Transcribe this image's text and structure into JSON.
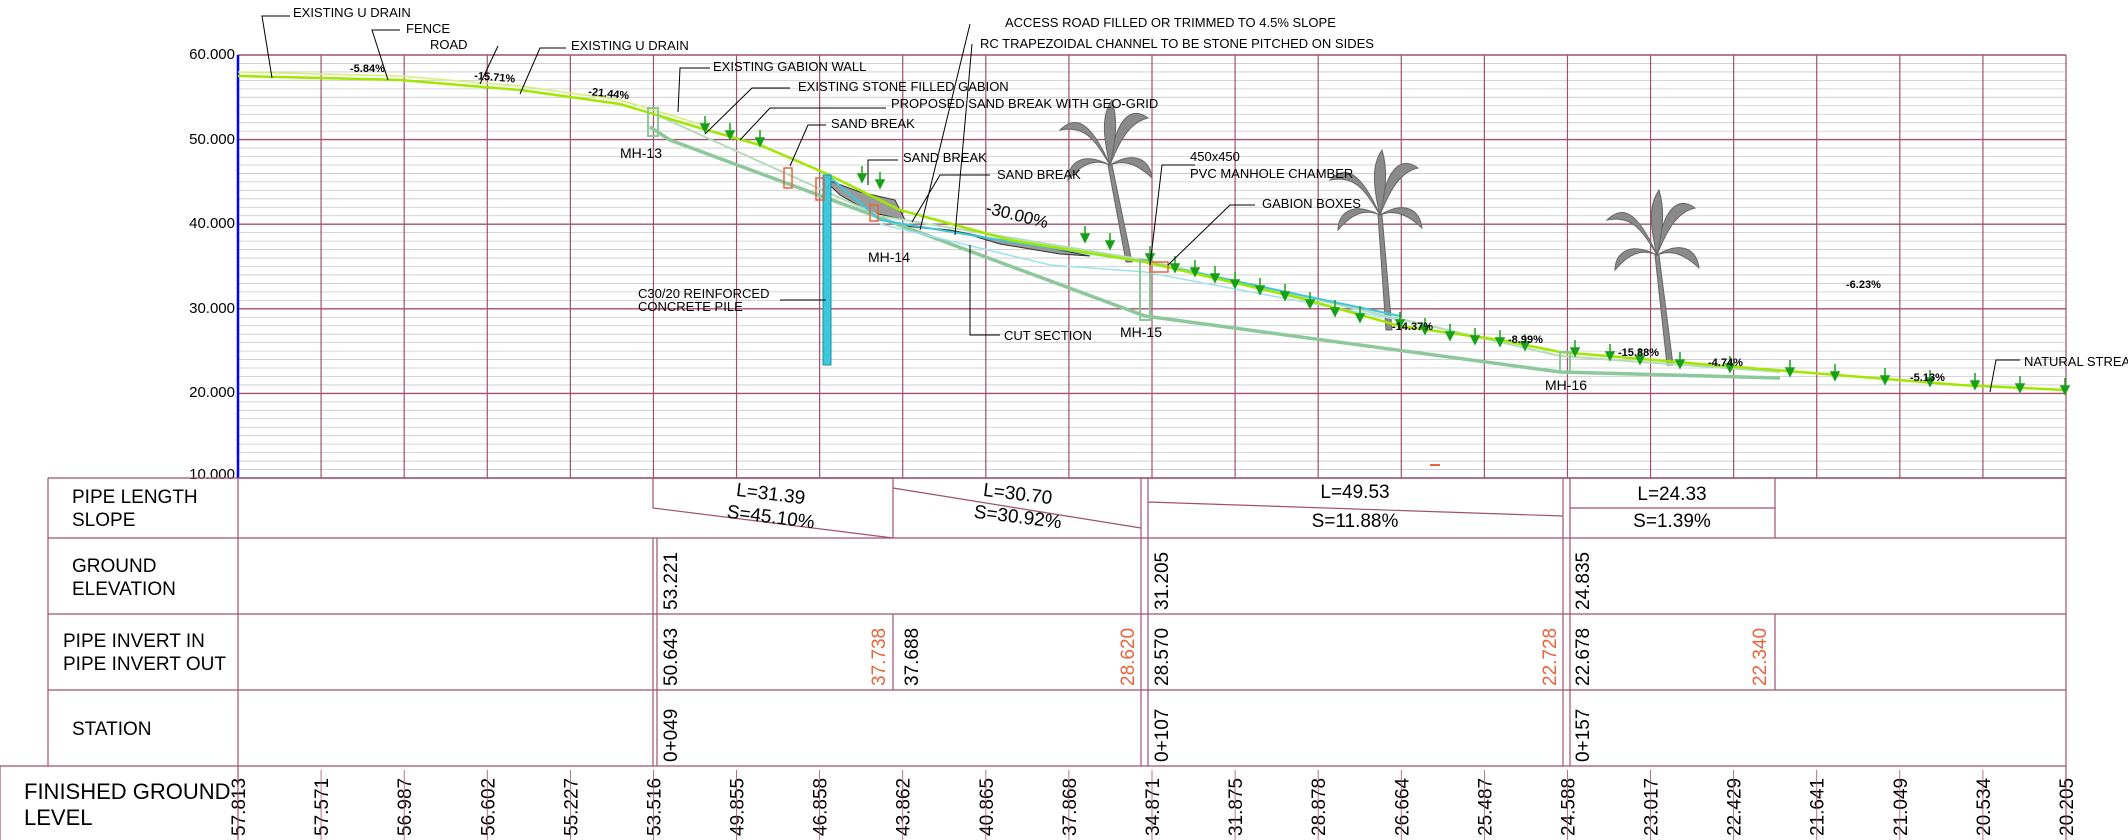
{
  "y_axis": {
    "ticks": [
      "60.000",
      "50.000",
      "40.000",
      "30.000",
      "20.000",
      "10.000"
    ]
  },
  "annotations": {
    "existing_u_drain_1": "EXISTING U DRAIN",
    "fence": "FENCE",
    "road": "ROAD",
    "existing_u_drain_2": "EXISTING U DRAIN",
    "existing_gabion_wall": "EXISTING GABION WALL",
    "existing_stone_gabion": "EXISTING STONE FILLED GABION",
    "proposed_sand_break": "PROPOSED SAND BREAK WITH GEO-GRID",
    "sand_break_1": "SAND BREAK",
    "sand_break_2": "SAND BREAK",
    "sand_break_3": "SAND BREAK",
    "access_road": "ACCESS ROAD FILLED OR TRIMMED TO 4.5% SLOPE",
    "rc_channel": "RC TRAPEZOIDAL CHANNEL TO BE STONE PITCHED ON SIDES",
    "pvc_chamber_1": "450x450",
    "pvc_chamber_2": "PVC MANHOLE CHAMBER",
    "gabion_boxes": "GABION BOXES",
    "concrete_pile_1": "C30/20 REINFORCED",
    "concrete_pile_2": "CONCRETE PILE",
    "cut_section": "CUT   SECTION",
    "natural_stream": "NATURAL STREAM",
    "channel_slope": "-30.00%"
  },
  "manholes": [
    "MH-13",
    "MH-14",
    "MH-15",
    "MH-16"
  ],
  "ground_slopes": [
    "-5.84%",
    "-15.71%",
    "-21.44%",
    "-14.37%",
    "-8.99%",
    "-15.88%",
    "-4.74%",
    "-5.13%",
    "-6.23%"
  ],
  "table": {
    "row_labels": {
      "pipe_length": "PIPE LENGTH",
      "slope": "SLOPE",
      "ground": "GROUND",
      "elevation": "ELEVATION",
      "invert_in": "PIPE INVERT IN",
      "invert_out": "PIPE INVERT OUT",
      "station": "STATION",
      "fgl_1": "FINISHED GROUND",
      "fgl_2": "LEVEL"
    },
    "pipes": [
      {
        "length": "L=31.39",
        "slope": "S=45.10%"
      },
      {
        "length": "L=30.70",
        "slope": "S=30.92%"
      },
      {
        "length": "L=49.53",
        "slope": "S=11.88%"
      },
      {
        "length": "L=24.33",
        "slope": "S=1.39%"
      }
    ],
    "ground_elevations": [
      "53.221",
      "31.205",
      "24.835"
    ],
    "inverts": {
      "out": [
        "50.643",
        "37.688",
        "28.570",
        "22.678"
      ],
      "in": [
        "37.738",
        "28.620",
        "22.728",
        "22.340"
      ]
    },
    "stations": [
      "0+049",
      "0+107",
      "0+157"
    ],
    "finished_ground_levels": [
      "57.813",
      "57.571",
      "56.987",
      "56.602",
      "55.227",
      "53.516",
      "49.855",
      "46.858",
      "43.862",
      "40.865",
      "37.868",
      "34.871",
      "31.875",
      "28.878",
      "26.664",
      "25.487",
      "24.588",
      "23.017",
      "22.429",
      "21.641",
      "21.049",
      "20.534",
      "20.205"
    ]
  },
  "colors": {
    "accent": "#e8643c",
    "grid": "#a05070",
    "terrain": "#a0e800",
    "pipe": "#8cc89a",
    "channel": "#3cc8dc",
    "arrow": "#18a018",
    "axis": "#0000ff"
  }
}
